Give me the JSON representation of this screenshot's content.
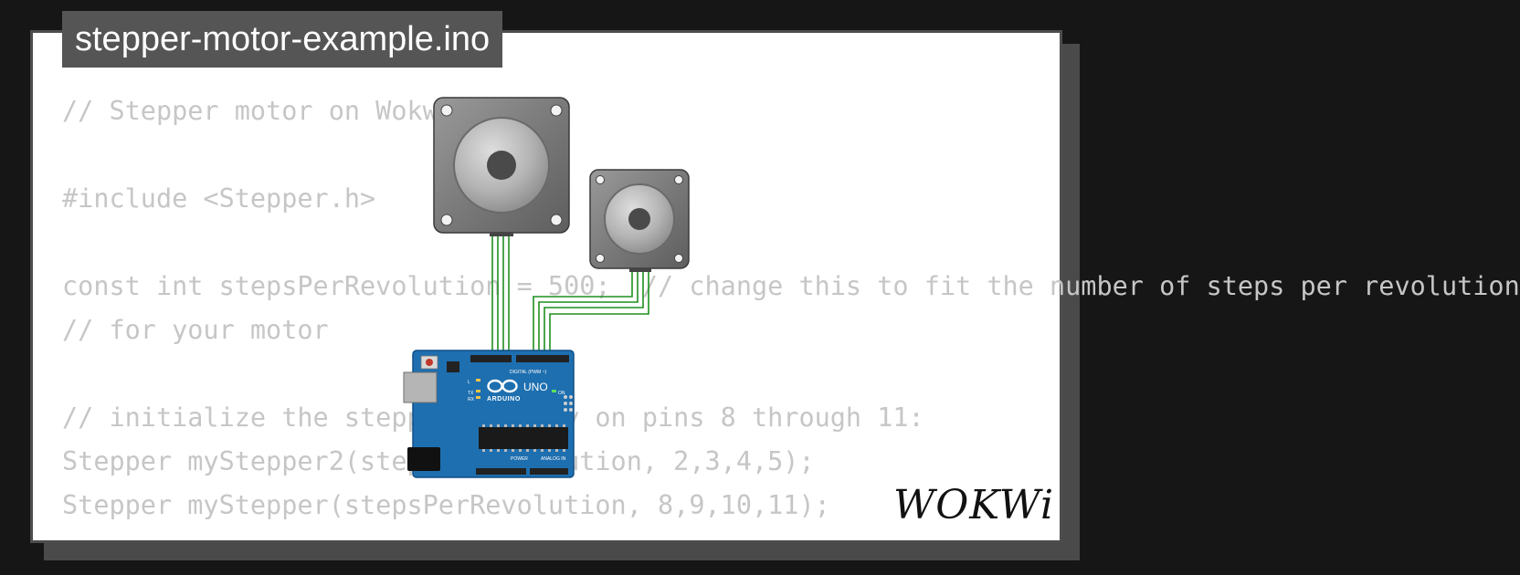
{
  "project": {
    "file_name": "stepper-motor-example.ino"
  },
  "code_lines": [
    "// Stepper motor on Wokwi!",
    "",
    "#include <Stepper.h>",
    "",
    "const int stepsPerRevolution = 500;  // change this to fit the number of steps per revolution",
    "// for your motor",
    "",
    "// initialize the stepper library on pins 8 through 11:",
    "Stepper myStepper2(stepsPerRevolution, 2,3,4,5);",
    "Stepper myStepper(stepsPerRevolution, 8,9,10,11);"
  ],
  "board": {
    "brand": "ARDUINO",
    "model": "UNO",
    "digital_label": "DIGITAL (PWM ~)",
    "analog_label": "ANALOG IN",
    "power_label": "POWER",
    "on_label": "ON",
    "tx_label": "TX",
    "rx_label": "RX",
    "l_label": "L"
  },
  "logo": {
    "text": "WOKWi"
  },
  "colors": {
    "background": "#161616",
    "card": "#ffffff",
    "code_text": "#c6c6c6",
    "title_tab": "#555555",
    "wire": "#1f8f1f",
    "board": "#1e6fb0"
  },
  "icons": {
    "large_motor": "stepper-motor-icon",
    "small_motor": "stepper-motor-icon",
    "board": "arduino-uno-icon"
  }
}
